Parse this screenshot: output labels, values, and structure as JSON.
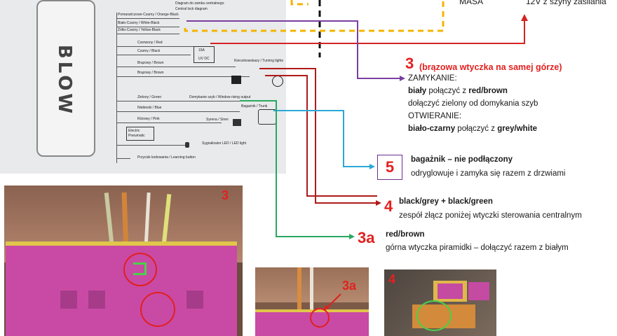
{
  "manual": {
    "brand": "BLOW",
    "rows": [
      "Pomarańczowo-Czarny / Orange-Black",
      "Biało-Czarny / White-Black",
      "Żółto-Czarny / Yellow-Black",
      "Czerwony / Red",
      "Czarny / Black",
      "Brązowy / Brown",
      "Brązowy / Brown",
      "Zielony / Green",
      "Niebieski / Blue",
      "Różowy / Pink"
    ],
    "top_labels": [
      "Diagram do zamka centralnego",
      "Central lock diagram"
    ],
    "kierunkowskazy": "Kierunkowskazy / Turning lights",
    "domykanie": "Domykanie szyb / Window rising output",
    "bagaznik": "Bagażnik / Trunk",
    "syrena": "Syrena / Siren",
    "electric": "Electric",
    "pneumatic": "Pneumatic",
    "led": "Sygnalizator LED / LED light",
    "learning": "Przycisk kodowania / Learning button",
    "fuse": "15A",
    "uv": "UV DC"
  },
  "top": {
    "masa": "MASA",
    "supply": "12V z szyny zasilania"
  },
  "section3": {
    "number": "3",
    "title": "(brązowa wtyczka na samej górze)",
    "zamykanie": "ZAMYKANIE:",
    "line1_bold": "biały",
    "line1_mid": " połączyć z ",
    "line1_bold2": "red/brown",
    "line2": "dołączyć zielony od domykania szyb",
    "otwieranie": "OTWIERANIE:",
    "line3_bold": "biało-czarny",
    "line3_mid": " połączyć z ",
    "line3_bold2": "grey/white"
  },
  "section5": {
    "number": "5",
    "title": "bagażnik – nie podłączony",
    "desc": "odryglowuje i zamyka się razem z drzwiami"
  },
  "section4": {
    "number": "4",
    "title": "black/grey + black/green",
    "desc": "zespół złącz poniżej wtyczki sterowania centralnym"
  },
  "section3a": {
    "number": "3a",
    "title": "red/brown",
    "desc": "górna wtyczka piramidki – dołączyć razem z białym"
  },
  "photos": {
    "p1_label": "3",
    "p2_label": "3a",
    "p3_label": "4"
  },
  "colors": {
    "purple": "#7a3fa0",
    "red": "#d42323",
    "dark_red": "#b01a1a",
    "cyan": "#2ba8d8",
    "green": "#2aa860",
    "orange_dashed": "#f4b400"
  }
}
